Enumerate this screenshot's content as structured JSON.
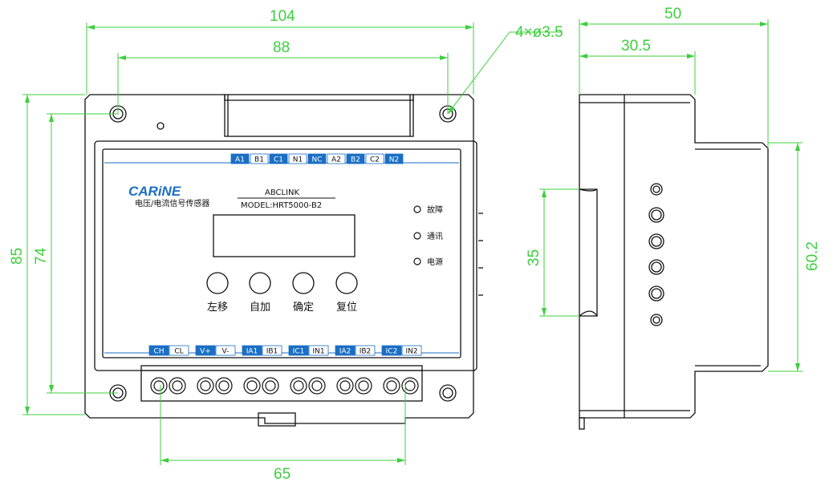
{
  "dimensions": {
    "overall_width": "104",
    "hole_spacing_x": "88",
    "hole_spec": "4×ø3.5",
    "overall_height": "85",
    "hole_spacing_y": "74",
    "terminal_span": "65",
    "side_depth": "50",
    "side_step": "30.5",
    "rail_height": "35",
    "side_body_height": "60.2"
  },
  "device": {
    "brand": "CARiNE",
    "subtitle": "电压/电流信号传感器",
    "maker": "ABCLINK",
    "model": "MODEL:HRT5000-B2",
    "top_terminals": [
      "A1",
      "B1",
      "C1",
      "N1",
      "NC",
      "A2",
      "B2",
      "C2",
      "N2"
    ],
    "bottom_terminals": [
      "CH",
      "CL",
      "V+",
      "V-",
      "IA1",
      "IB1",
      "IC1",
      "IN1",
      "IA2",
      "IB2",
      "IC2",
      "IN2"
    ],
    "indicators": [
      "故障",
      "通讯",
      "电源"
    ],
    "buttons": [
      "左移",
      "自加",
      "确定",
      "复位"
    ]
  },
  "colors": {
    "dimension": "#3ecf3e",
    "outline": "#111111",
    "terminal_blue": "#1a6fc4"
  }
}
